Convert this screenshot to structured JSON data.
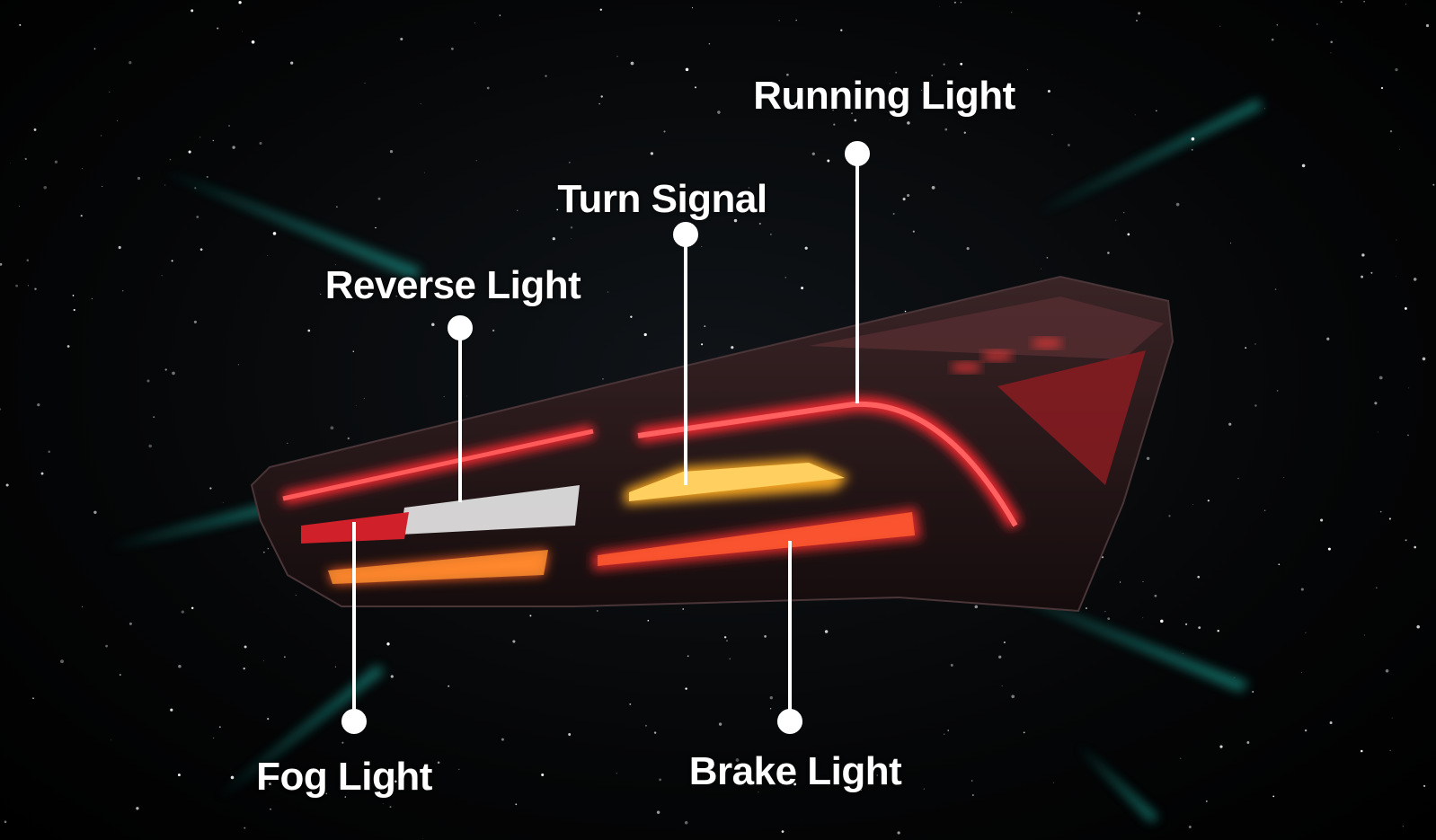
{
  "labels": {
    "running_light": "Running Light",
    "turn_signal": "Turn Signal",
    "reverse_light": "Reverse Light",
    "fog_light": "Fog Light",
    "brake_light": "Brake Light"
  },
  "colors": {
    "background": "#000000",
    "label": "#ffffff",
    "red_led": "#e8202a",
    "amber_led": "#f5a623",
    "accent_teal": "#1fb5a8"
  }
}
